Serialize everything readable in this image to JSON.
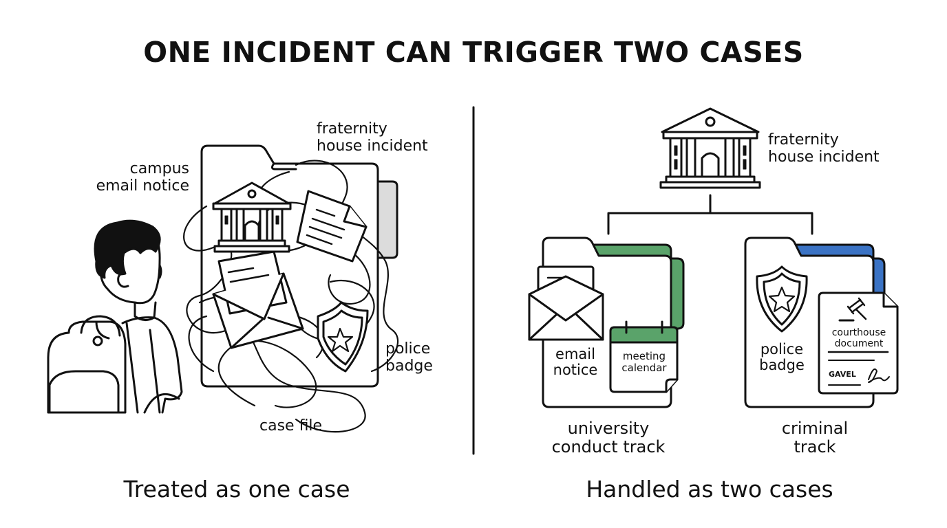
{
  "title": "ONE INCIDENT CAN TRIGGER TWO CASES",
  "left_panel": {
    "caption": "Treated as one case",
    "labels": {
      "campus_email": "campus\nemail notice",
      "fraternity": "fraternity\nhouse incident",
      "police_badge": "police\nbadge",
      "case_file": "case file"
    }
  },
  "right_panel": {
    "caption": "Handled as two cases",
    "incident": "fraternity\nhouse incident",
    "university_track": {
      "label": "university\nconduct track",
      "email": "email\nnotice",
      "calendar": "meeting\ncalendar",
      "accent": "#5aa36a"
    },
    "criminal_track": {
      "label": "criminal\ntrack",
      "badge": "police\nbadge",
      "document": "courthouse\ndocument",
      "gavel": "GAVEL",
      "accent": "#3b73c4"
    }
  },
  "colors": {
    "ink": "#111111",
    "tab_gray": "#dcdcdc",
    "background": "#ffffff"
  }
}
